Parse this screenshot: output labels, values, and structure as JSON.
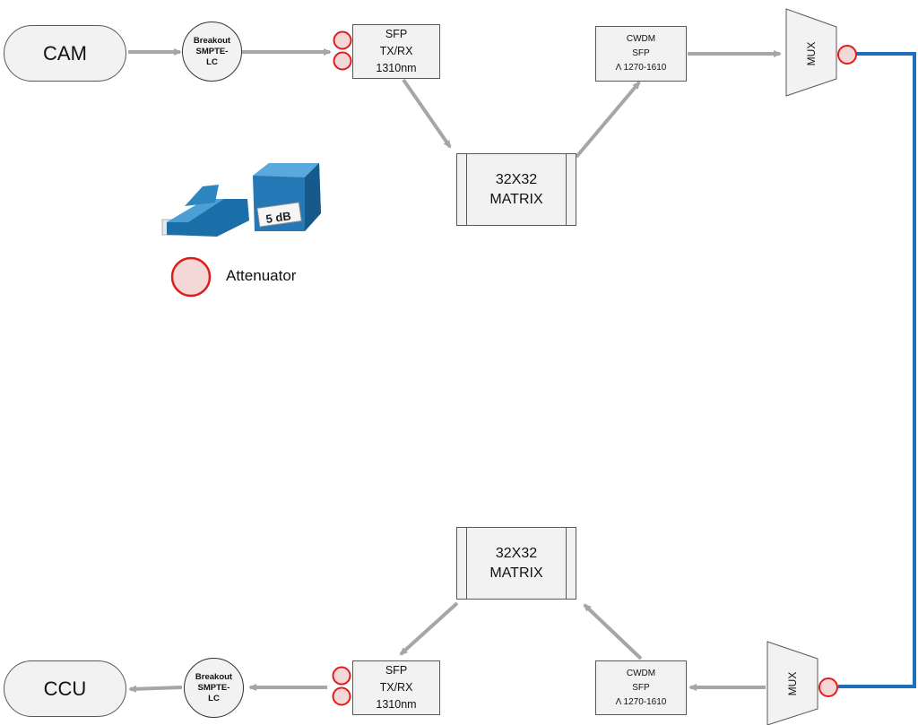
{
  "top": {
    "source_label": "CAM",
    "breakout_lines": [
      "Breakout",
      "SMPTE-",
      "LC"
    ],
    "sfp_lines": [
      "SFP",
      "TX/RX",
      "1310nm"
    ],
    "matrix_lines": [
      "32X32",
      "MATRIX"
    ],
    "cwdm_lines": [
      "CWDM",
      "SFP",
      "Λ 1270-1610"
    ],
    "mux_label": "MUX"
  },
  "bottom": {
    "source_label": "CCU",
    "breakout_lines": [
      "Breakout",
      "SMPTE-",
      "LC"
    ],
    "sfp_lines": [
      "SFP",
      "TX/RX",
      "1310nm"
    ],
    "matrix_lines": [
      "32X32",
      "MATRIX"
    ],
    "cwdm_lines": [
      "CWDM",
      "SFP",
      "Λ 1270-1610"
    ],
    "mux_label": "MUX"
  },
  "legend": {
    "attenuator_label": "Attenuator",
    "attenuator_device_marking": "5 dB"
  },
  "colors": {
    "node_fill": "#f2f2f2",
    "arrow": "#a6a6a6",
    "attenuator_fill": "#f4d7d7",
    "attenuator_stroke": "#e31b1b",
    "fiber_link": "#1f6fbf"
  }
}
